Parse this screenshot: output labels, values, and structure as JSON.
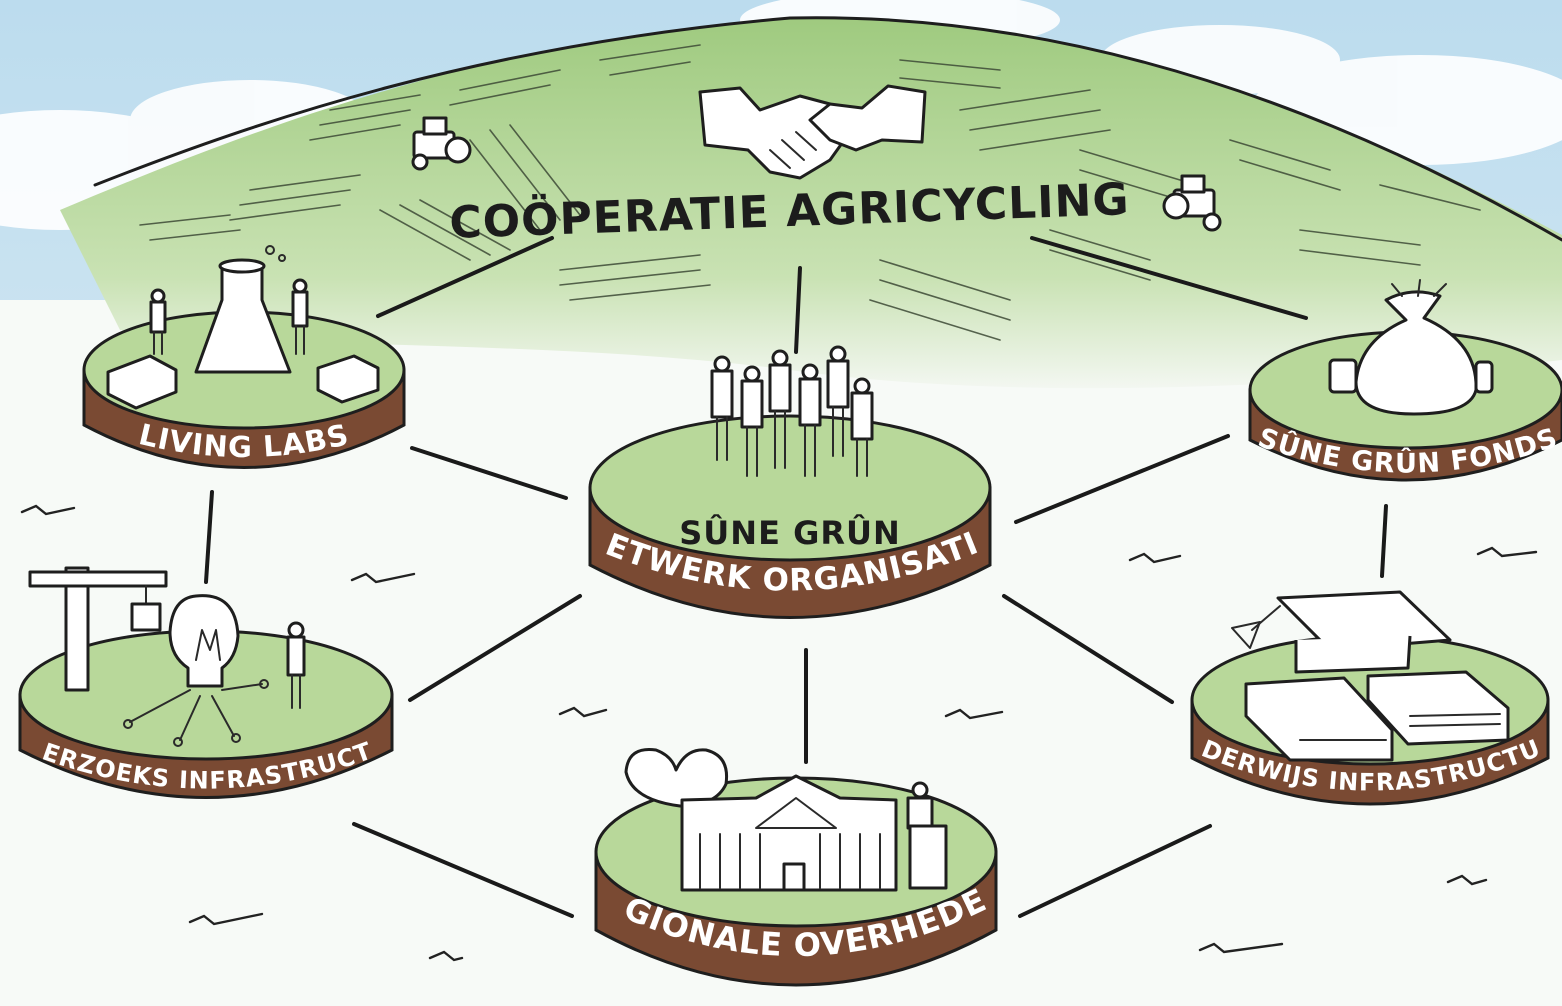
{
  "title": "COÖPERATIE AGRICYCLING",
  "center": {
    "line1": "SÛNE GRÛN",
    "line2": "NETWERK ORGANISATIE"
  },
  "nodes": {
    "living_labs": "LIVING LABS",
    "fonds": "SÛNE GRÛN FONDS",
    "onderzoek": "ONDERZOEKS INFRASTRUCTUUR",
    "onderwijs": "ONDERWIJS INFRASTRUCTUUR",
    "overheden": "REGIONALE OVERHEDEN"
  },
  "colors": {
    "sky": "#cfe6f2",
    "hill": "#a9cf8c",
    "platform_top": "#b8d89a",
    "platform_side": "#7a4a33",
    "ink": "#1e1e1e"
  }
}
